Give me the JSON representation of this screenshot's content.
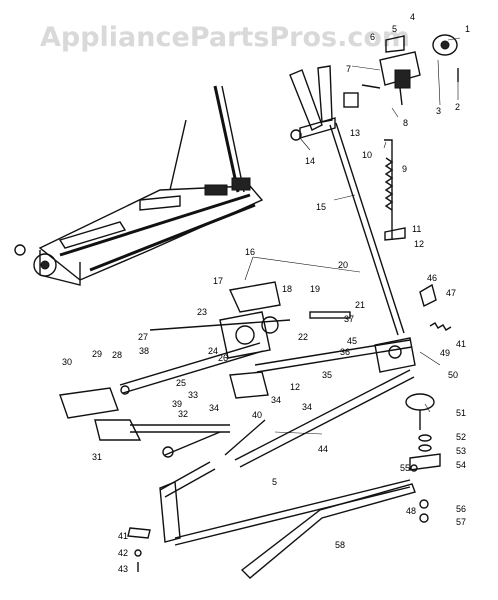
{
  "watermark": "AppliancePartsPros.com",
  "labels": [
    {
      "id": "1",
      "t": "1"
    },
    {
      "id": "2",
      "t": "2"
    },
    {
      "id": "3",
      "t": "3"
    },
    {
      "id": "4",
      "t": "4"
    },
    {
      "id": "5a",
      "t": "5"
    },
    {
      "id": "6",
      "t": "6"
    },
    {
      "id": "7",
      "t": "7"
    },
    {
      "id": "8",
      "t": "8"
    },
    {
      "id": "9",
      "t": "9"
    },
    {
      "id": "10",
      "t": "10"
    },
    {
      "id": "11",
      "t": "11"
    },
    {
      "id": "12a",
      "t": "12"
    },
    {
      "id": "13",
      "t": "13"
    },
    {
      "id": "14",
      "t": "14"
    },
    {
      "id": "15",
      "t": "15"
    },
    {
      "id": "16",
      "t": "16"
    },
    {
      "id": "17",
      "t": "17"
    },
    {
      "id": "18",
      "t": "18"
    },
    {
      "id": "19",
      "t": "19"
    },
    {
      "id": "20",
      "t": "20"
    },
    {
      "id": "21",
      "t": "21"
    },
    {
      "id": "22",
      "t": "22"
    },
    {
      "id": "23",
      "t": "23"
    },
    {
      "id": "24",
      "t": "24"
    },
    {
      "id": "25",
      "t": "25"
    },
    {
      "id": "26",
      "t": "26"
    },
    {
      "id": "27",
      "t": "27"
    },
    {
      "id": "28",
      "t": "28"
    },
    {
      "id": "29",
      "t": "29"
    },
    {
      "id": "30",
      "t": "30"
    },
    {
      "id": "31",
      "t": "31"
    },
    {
      "id": "32",
      "t": "32"
    },
    {
      "id": "33",
      "t": "33"
    },
    {
      "id": "34a",
      "t": "34"
    },
    {
      "id": "34b",
      "t": "34"
    },
    {
      "id": "34c",
      "t": "34"
    },
    {
      "id": "35",
      "t": "35"
    },
    {
      "id": "36",
      "t": "36"
    },
    {
      "id": "37",
      "t": "37"
    },
    {
      "id": "38",
      "t": "38"
    },
    {
      "id": "39",
      "t": "39"
    },
    {
      "id": "40",
      "t": "40"
    },
    {
      "id": "41a",
      "t": "41"
    },
    {
      "id": "41b",
      "t": "41"
    },
    {
      "id": "42",
      "t": "42"
    },
    {
      "id": "43",
      "t": "43"
    },
    {
      "id": "44",
      "t": "44"
    },
    {
      "id": "45",
      "t": "45"
    },
    {
      "id": "46",
      "t": "46"
    },
    {
      "id": "47",
      "t": "47"
    },
    {
      "id": "48",
      "t": "48"
    },
    {
      "id": "49",
      "t": "49"
    },
    {
      "id": "50",
      "t": "50"
    },
    {
      "id": "51",
      "t": "51"
    },
    {
      "id": "52",
      "t": "52"
    },
    {
      "id": "53",
      "t": "53"
    },
    {
      "id": "54",
      "t": "54"
    },
    {
      "id": "55",
      "t": "55"
    },
    {
      "id": "56",
      "t": "56"
    },
    {
      "id": "57",
      "t": "57"
    },
    {
      "id": "58",
      "t": "58"
    },
    {
      "id": "12b",
      "t": "12"
    },
    {
      "id": "5b",
      "t": "5"
    }
  ]
}
